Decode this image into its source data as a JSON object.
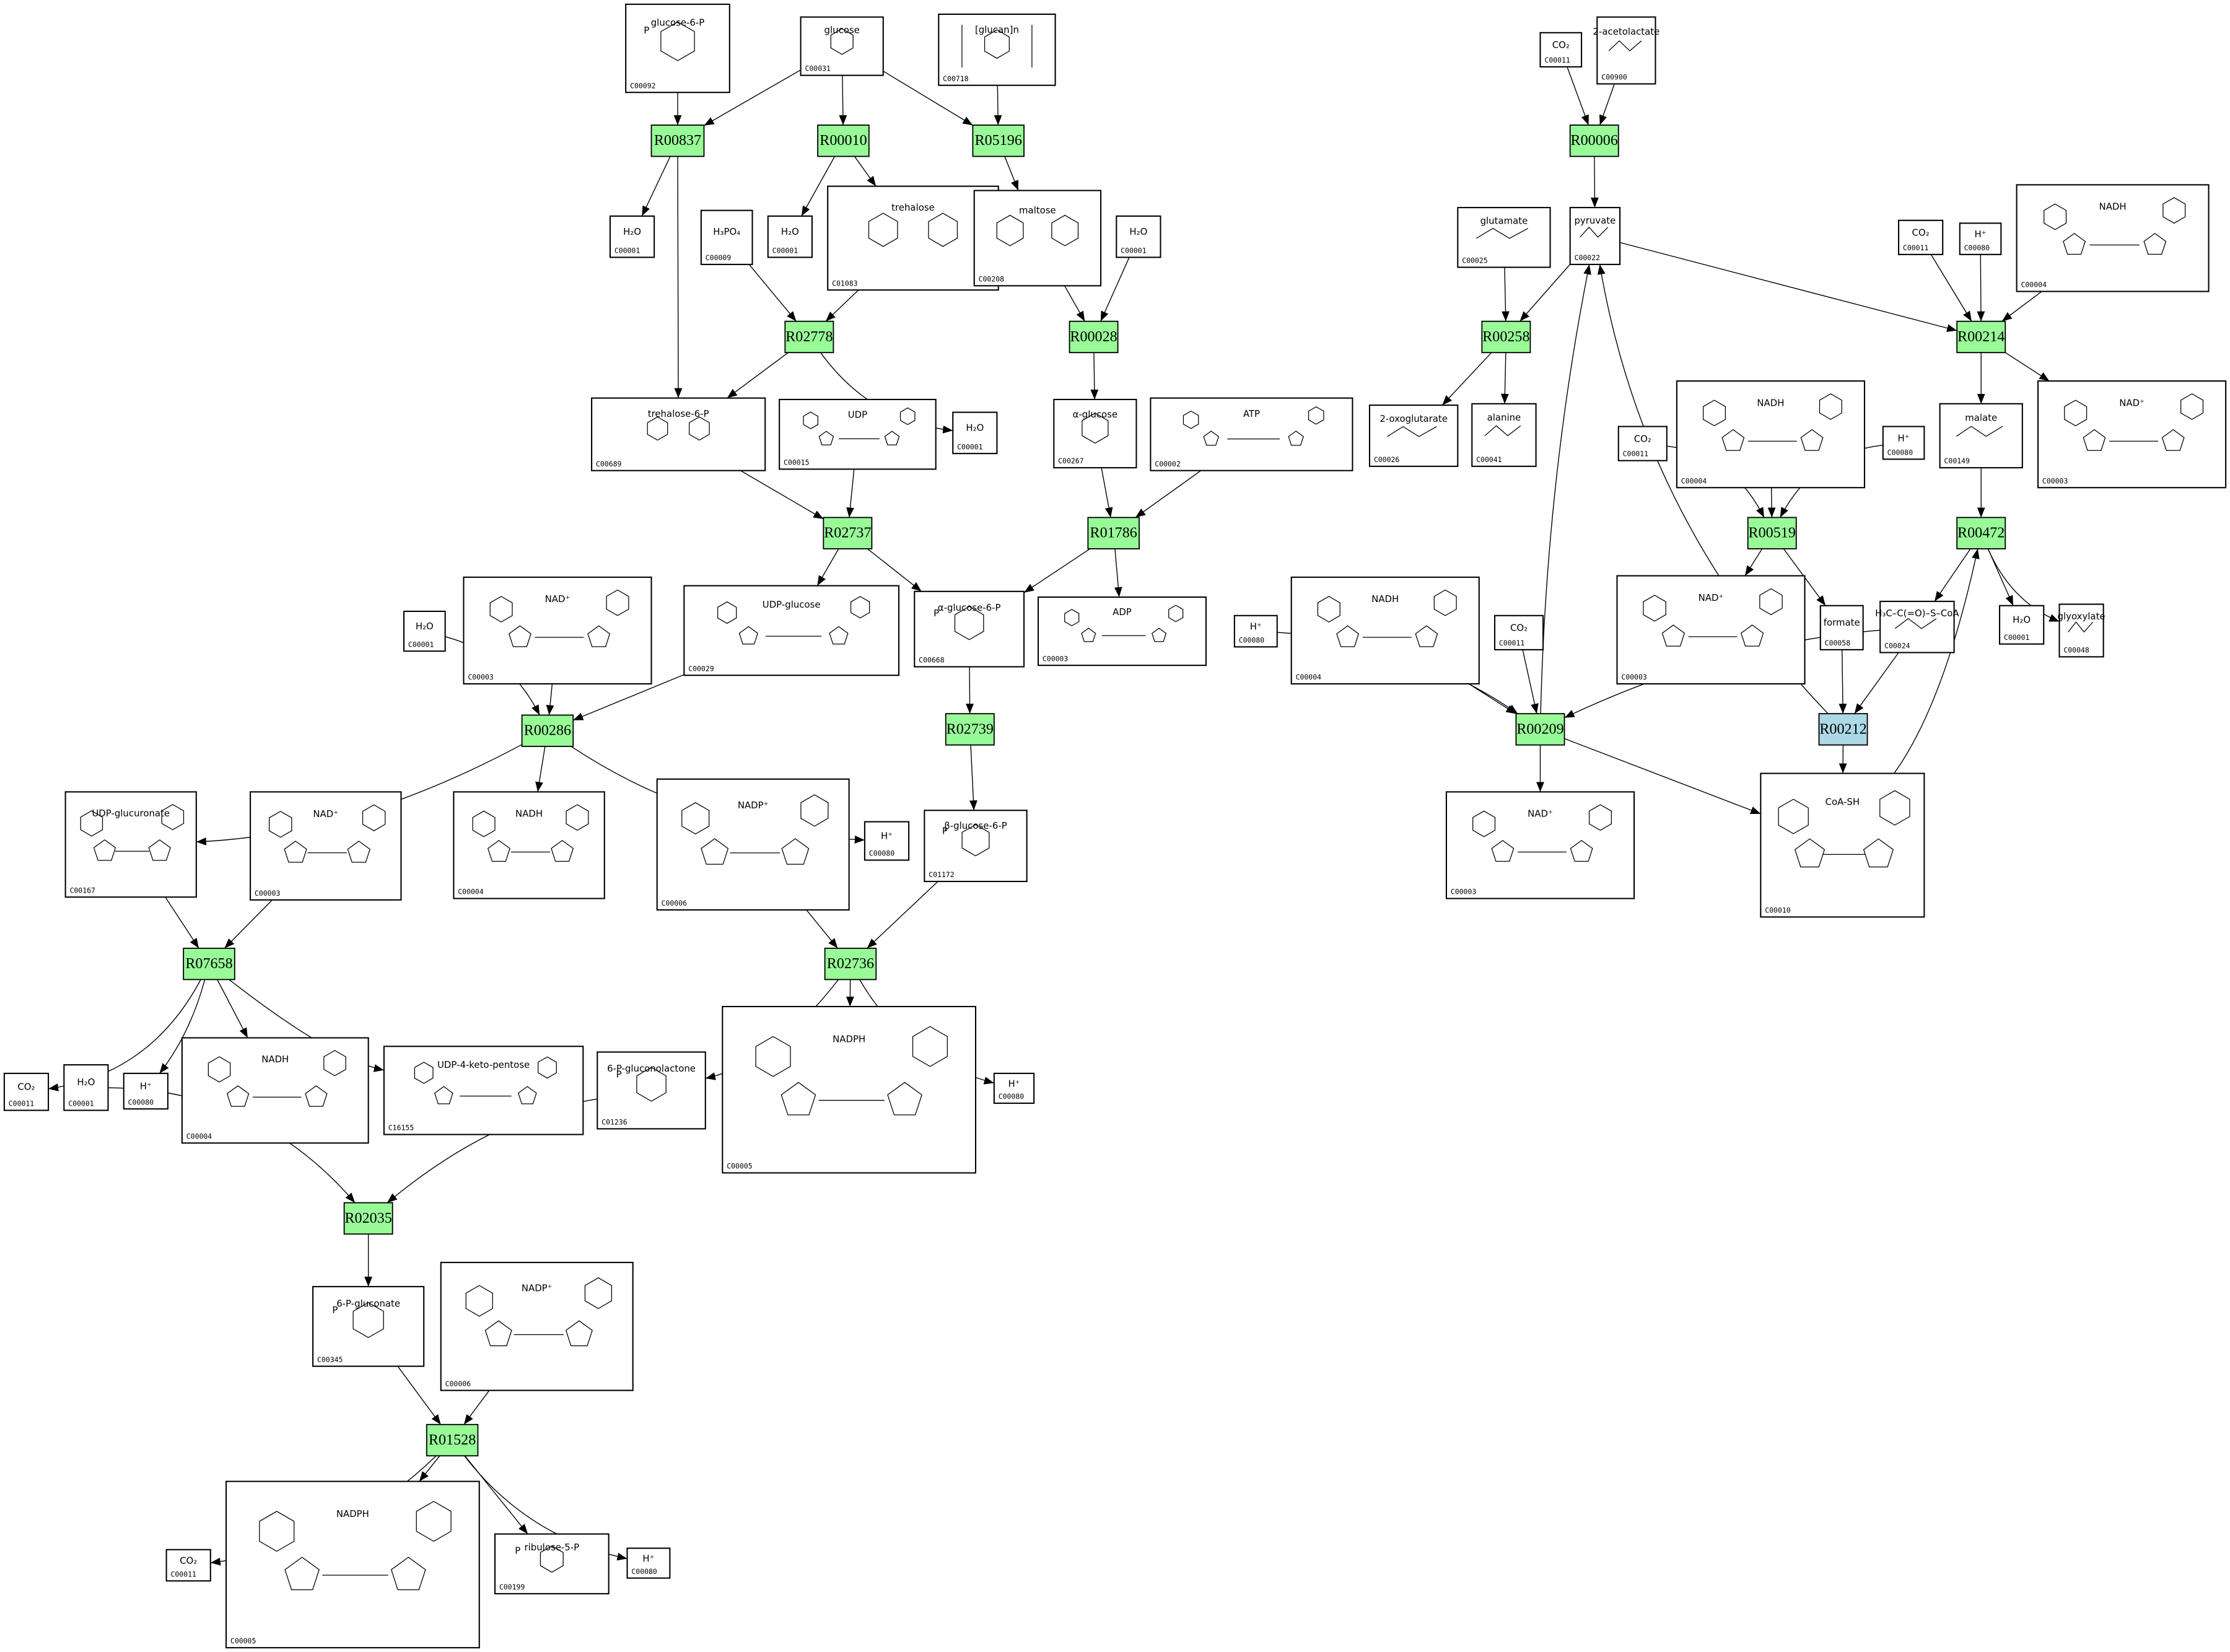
{
  "diagram": {
    "title": "",
    "colors": {
      "reaction": "#98fb98",
      "reaction_highlight": "#add8e6",
      "compound_fill": "#ffffff",
      "stroke": "#000000"
    }
  },
  "reactions": [
    {
      "key": "r1",
      "id": "R00837"
    },
    {
      "key": "r2",
      "id": "R00010"
    },
    {
      "key": "r3",
      "id": "R05196"
    },
    {
      "key": "r4",
      "id": "R02778"
    },
    {
      "key": "r5",
      "id": "R00028"
    },
    {
      "key": "r6",
      "id": "R02737"
    },
    {
      "key": "r7",
      "id": "R01786"
    },
    {
      "key": "r8",
      "id": "R00286"
    },
    {
      "key": "r9",
      "id": "R02739"
    },
    {
      "key": "r10",
      "id": "R07658"
    },
    {
      "key": "r11",
      "id": "R02736"
    },
    {
      "key": "r12",
      "id": "R02035"
    },
    {
      "key": "r13",
      "id": "R01528"
    },
    {
      "key": "r14",
      "id": "R00006"
    },
    {
      "key": "r15",
      "id": "R00258"
    },
    {
      "key": "r16",
      "id": "R00214"
    },
    {
      "key": "r17",
      "id": "R00519"
    },
    {
      "key": "r18",
      "id": "R00472"
    },
    {
      "key": "r19",
      "id": "R00209"
    },
    {
      "key": "r20",
      "id": "R00212",
      "highlight": true
    }
  ],
  "compounds": [
    {
      "key": "c1",
      "id": "C00092",
      "formula": "glucose-6-P",
      "kind": "sugar-phosphate"
    },
    {
      "key": "c2",
      "id": "C00031",
      "formula": "glucose",
      "kind": "sugar"
    },
    {
      "key": "c3",
      "id": "C00718",
      "formula": "[glucan]n",
      "kind": "polymer"
    },
    {
      "key": "c4",
      "id": "C00001",
      "formula": "H₂O",
      "kind": "small"
    },
    {
      "key": "c5",
      "id": "C00009",
      "formula": "H₃PO₄",
      "kind": "small"
    },
    {
      "key": "c6",
      "id": "C00001",
      "formula": "H₂O",
      "kind": "small"
    },
    {
      "key": "c7",
      "id": "C01083",
      "formula": "trehalose",
      "kind": "disaccharide"
    },
    {
      "key": "c8",
      "id": "C00208",
      "formula": "maltose",
      "kind": "disaccharide"
    },
    {
      "key": "c9",
      "id": "C00001",
      "formula": "H₂O",
      "kind": "small"
    },
    {
      "key": "c10",
      "id": "C00689",
      "formula": "trehalose-6-P",
      "kind": "disaccharide"
    },
    {
      "key": "c11",
      "id": "C00015",
      "formula": "UDP",
      "kind": "nucleotide"
    },
    {
      "key": "c12",
      "id": "C00001",
      "formula": "H₂O",
      "kind": "small"
    },
    {
      "key": "c13",
      "id": "C00267",
      "formula": "α-glucose",
      "kind": "sugar"
    },
    {
      "key": "c14",
      "id": "C00002",
      "formula": "ATP",
      "kind": "nucleotide"
    },
    {
      "key": "c15",
      "id": "C00001",
      "formula": "H₂O",
      "kind": "small"
    },
    {
      "key": "c16",
      "id": "C00003",
      "formula": "NAD⁺",
      "kind": "cofactor"
    },
    {
      "key": "c17",
      "id": "C00029",
      "formula": "UDP-glucose",
      "kind": "nucleotide"
    },
    {
      "key": "c18",
      "id": "C00668",
      "formula": "α-glucose-6-P",
      "kind": "sugar-phosphate"
    },
    {
      "key": "c19",
      "id": "C00003",
      "formula": "ADP",
      "kind": "nucleotide"
    },
    {
      "key": "c20",
      "id": "C00167",
      "formula": "UDP-glucuronate",
      "kind": "nucleotide"
    },
    {
      "key": "c21",
      "id": "C00003",
      "formula": "NAD⁺",
      "kind": "cofactor"
    },
    {
      "key": "c22",
      "id": "C00004",
      "formula": "NADH",
      "kind": "cofactor"
    },
    {
      "key": "c23",
      "id": "C00006",
      "formula": "NADP⁺",
      "kind": "cofactor"
    },
    {
      "key": "c24",
      "id": "C00080",
      "formula": "H⁺",
      "kind": "small"
    },
    {
      "key": "c25",
      "id": "C01172",
      "formula": "β-glucose-6-P",
      "kind": "sugar-phosphate"
    },
    {
      "key": "c26",
      "id": "C00011",
      "formula": "CO₂",
      "kind": "small"
    },
    {
      "key": "c27",
      "id": "C00001",
      "formula": "H₂O",
      "kind": "small"
    },
    {
      "key": "c28",
      "id": "C00080",
      "formula": "H⁺",
      "kind": "small"
    },
    {
      "key": "c29",
      "id": "C00004",
      "formula": "NADH",
      "kind": "cofactor"
    },
    {
      "key": "c30",
      "id": "C16155",
      "formula": "UDP-4-keto-pentose",
      "kind": "nucleotide"
    },
    {
      "key": "c31",
      "id": "C01236",
      "formula": "6-P-gluconolactone",
      "kind": "sugar-phosphate"
    },
    {
      "key": "c32",
      "id": "C00005",
      "formula": "NADPH",
      "kind": "cofactor"
    },
    {
      "key": "c33",
      "id": "C00080",
      "formula": "H⁺",
      "kind": "small"
    },
    {
      "key": "c34",
      "id": "C00345",
      "formula": "6-P-gluconate",
      "kind": "sugar-phosphate"
    },
    {
      "key": "c35",
      "id": "C00006",
      "formula": "NADP⁺",
      "kind": "cofactor"
    },
    {
      "key": "c36",
      "id": "C00011",
      "formula": "CO₂",
      "kind": "small"
    },
    {
      "key": "c37",
      "id": "C00005",
      "formula": "NADPH",
      "kind": "cofactor"
    },
    {
      "key": "c38",
      "id": "C00199",
      "formula": "ribulose-5-P",
      "kind": "sugar-phosphate"
    },
    {
      "key": "c39",
      "id": "C00080",
      "formula": "H⁺",
      "kind": "small"
    },
    {
      "key": "c40",
      "id": "C00011",
      "formula": "CO₂",
      "kind": "small"
    },
    {
      "key": "c41",
      "id": "C00900",
      "formula": "2-acetolactate",
      "kind": "acid"
    },
    {
      "key": "c42",
      "id": "C00025",
      "formula": "glutamate",
      "kind": "acid"
    },
    {
      "key": "c43",
      "id": "C00022",
      "formula": "pyruvate",
      "kind": "acid"
    },
    {
      "key": "c44",
      "id": "C00011",
      "formula": "CO₂",
      "kind": "small"
    },
    {
      "key": "c45",
      "id": "C00080",
      "formula": "H⁺",
      "kind": "small"
    },
    {
      "key": "c46",
      "id": "C00004",
      "formula": "NADH",
      "kind": "cofactor"
    },
    {
      "key": "c47",
      "id": "C00026",
      "formula": "2-oxoglutarate",
      "kind": "acid"
    },
    {
      "key": "c48",
      "id": "C00041",
      "formula": "alanine",
      "kind": "acid"
    },
    {
      "key": "c49",
      "id": "C00011",
      "formula": "CO₂",
      "kind": "small"
    },
    {
      "key": "c50",
      "id": "C00004",
      "formula": "NADH",
      "kind": "cofactor"
    },
    {
      "key": "c51",
      "id": "C00080",
      "formula": "H⁺",
      "kind": "small"
    },
    {
      "key": "c52",
      "id": "C00149",
      "formula": "malate",
      "kind": "acid"
    },
    {
      "key": "c53",
      "id": "C00003",
      "formula": "NAD⁺",
      "kind": "cofactor"
    },
    {
      "key": "c54",
      "id": "C00003",
      "formula": "NAD⁺",
      "kind": "cofactor"
    },
    {
      "key": "c55",
      "id": "C00058",
      "formula": "formate",
      "kind": "small"
    },
    {
      "key": "c56",
      "id": "C00024",
      "formula": "H₃C–C(=O)–S–CoA",
      "kind": "acid"
    },
    {
      "key": "c57",
      "id": "C00001",
      "formula": "H₂O",
      "kind": "small"
    },
    {
      "key": "c58",
      "id": "C00048",
      "formula": "glyoxylate",
      "kind": "acid"
    },
    {
      "key": "c59",
      "id": "C00080",
      "formula": "H⁺",
      "kind": "small"
    },
    {
      "key": "c60",
      "id": "C00004",
      "formula": "NADH",
      "kind": "cofactor"
    },
    {
      "key": "c61",
      "id": "C00011",
      "formula": "CO₂",
      "kind": "small"
    },
    {
      "key": "c62",
      "id": "C00003",
      "formula": "NAD⁺",
      "kind": "cofactor"
    },
    {
      "key": "c63",
      "id": "C00010",
      "formula": "CoA-SH",
      "kind": "cofactor"
    }
  ],
  "edges": [
    [
      "c1",
      "r1"
    ],
    [
      "c2",
      "r1"
    ],
    [
      "c2",
      "r2"
    ],
    [
      "c2",
      "r3"
    ],
    [
      "c3",
      "r3"
    ],
    [
      "r1",
      "c4"
    ],
    [
      "r1",
      "c10"
    ],
    [
      "r2",
      "c6"
    ],
    [
      "r2",
      "c7"
    ],
    [
      "r3",
      "c8"
    ],
    [
      "c5",
      "r4"
    ],
    [
      "c7",
      "r4"
    ],
    [
      "r4",
      "c10"
    ],
    [
      "r4",
      "c12"
    ],
    [
      "c8",
      "r5"
    ],
    [
      "c9",
      "r5"
    ],
    [
      "r5",
      "c13"
    ],
    [
      "c10",
      "r6"
    ],
    [
      "c11",
      "r6"
    ],
    [
      "r6",
      "c17"
    ],
    [
      "r6",
      "c18"
    ],
    [
      "c13",
      "r7"
    ],
    [
      "c14",
      "r7"
    ],
    [
      "r7",
      "c18"
    ],
    [
      "r7",
      "c19"
    ],
    [
      "c15",
      "r8"
    ],
    [
      "c16",
      "r8"
    ],
    [
      "c17",
      "r8"
    ],
    [
      "r8",
      "c20"
    ],
    [
      "r8",
      "c22"
    ],
    [
      "r8",
      "c24"
    ],
    [
      "c18",
      "r9"
    ],
    [
      "r9",
      "c25"
    ],
    [
      "c20",
      "r10"
    ],
    [
      "c21",
      "r10"
    ],
    [
      "r10",
      "c26"
    ],
    [
      "r10",
      "c28"
    ],
    [
      "r10",
      "c29"
    ],
    [
      "r10",
      "c30"
    ],
    [
      "c23",
      "r11"
    ],
    [
      "c25",
      "r11"
    ],
    [
      "r11",
      "c31"
    ],
    [
      "r11",
      "c32"
    ],
    [
      "r11",
      "c33"
    ],
    [
      "c27",
      "r12"
    ],
    [
      "c31",
      "r12"
    ],
    [
      "r12",
      "c34"
    ],
    [
      "c34",
      "r13"
    ],
    [
      "c35",
      "r13"
    ],
    [
      "r13",
      "c36"
    ],
    [
      "r13",
      "c37"
    ],
    [
      "r13",
      "c38"
    ],
    [
      "r13",
      "c39"
    ],
    [
      "c40",
      "r14"
    ],
    [
      "c41",
      "r14"
    ],
    [
      "r14",
      "c43"
    ],
    [
      "c42",
      "r15"
    ],
    [
      "c43",
      "r15"
    ],
    [
      "r15",
      "c47"
    ],
    [
      "r15",
      "c48"
    ],
    [
      "c43",
      "r16"
    ],
    [
      "c49",
      "r16"
    ],
    [
      "c51",
      "r16"
    ],
    [
      "c50",
      "r16"
    ],
    [
      "r16",
      "c52"
    ],
    [
      "r16",
      "c53"
    ],
    [
      "c44",
      "r17"
    ],
    [
      "c46",
      "r17"
    ],
    [
      "c45",
      "r17"
    ],
    [
      "r17",
      "c54"
    ],
    [
      "r17",
      "c55"
    ],
    [
      "c52",
      "r18"
    ],
    [
      "r18",
      "c56"
    ],
    [
      "r18",
      "c57"
    ],
    [
      "r18",
      "c58"
    ],
    [
      "c59",
      "r19"
    ],
    [
      "c60",
      "r19"
    ],
    [
      "c61",
      "r19"
    ],
    [
      "c56",
      "r19"
    ],
    [
      "r19",
      "c43"
    ],
    [
      "r19",
      "c62"
    ],
    [
      "r19",
      "c63"
    ],
    [
      "c55",
      "r20"
    ],
    [
      "c56",
      "r20"
    ],
    [
      "r20",
      "c43"
    ],
    [
      "r20",
      "c63"
    ],
    [
      "c63",
      "r18"
    ]
  ]
}
